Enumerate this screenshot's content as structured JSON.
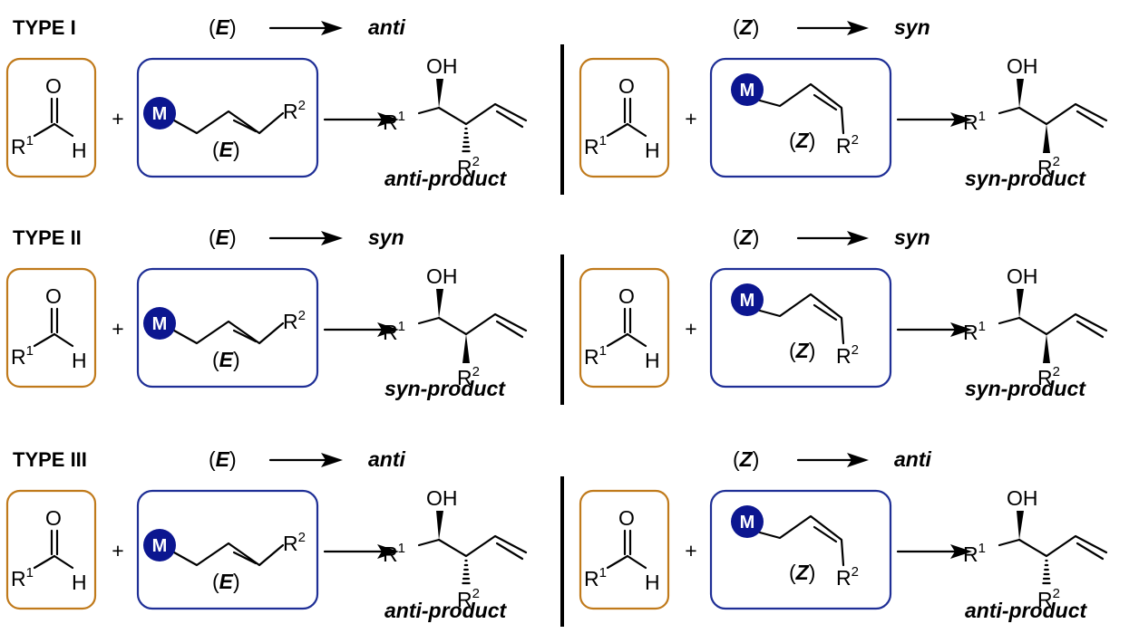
{
  "rows": [
    {
      "type_label": "TYPE I",
      "left": {
        "geometry": "(E)",
        "arrow_outcome": "anti",
        "product_label": "anti-product",
        "c2_stereo": "hash"
      },
      "right": {
        "geometry": "(Z)",
        "arrow_outcome": "syn",
        "product_label": "syn-product",
        "c2_stereo": "wedge"
      }
    },
    {
      "type_label": "TYPE II",
      "left": {
        "geometry": "(E)",
        "arrow_outcome": "syn",
        "product_label": "syn-product",
        "c2_stereo": "wedge"
      },
      "right": {
        "geometry": "(Z)",
        "arrow_outcome": "syn",
        "product_label": "syn-product",
        "c2_stereo": "wedge"
      }
    },
    {
      "type_label": "TYPE III",
      "left": {
        "geometry": "(E)",
        "arrow_outcome": "anti",
        "product_label": "anti-product",
        "c2_stereo": "hash"
      },
      "right": {
        "geometry": "(Z)",
        "arrow_outcome": "anti",
        "product_label": "anti-product",
        "c2_stereo": "hash"
      }
    }
  ],
  "labels": {
    "plus": "+",
    "metal": "M",
    "carbonyl_o": "O",
    "aldehyde_h": "H",
    "hydroxyl": "OH",
    "r": "R",
    "sup_1": "1",
    "sup_2": "2",
    "allyl_geometry_E": "(E)",
    "allyl_geometry_Z": "(Z)"
  },
  "colors": {
    "aldehyde_box": "#c07a1b",
    "allylmetal_box": "#1f2f96",
    "metal_circle": "#0c1690"
  }
}
